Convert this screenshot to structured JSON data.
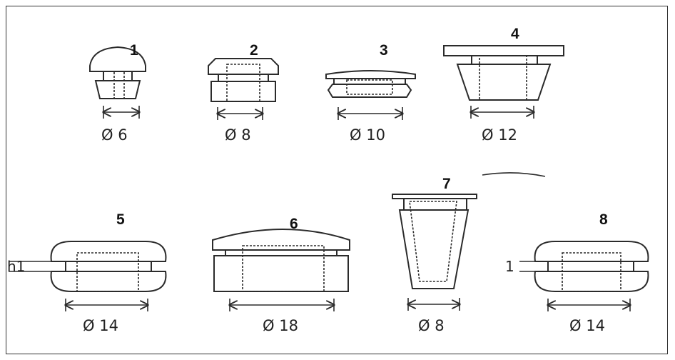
{
  "parts": [
    {
      "number": "1",
      "diameter": "Ø 6"
    },
    {
      "number": "2",
      "diameter": "Ø 8"
    },
    {
      "number": "3",
      "diameter": "Ø 10"
    },
    {
      "number": "4",
      "diameter": "Ø 12"
    },
    {
      "number": "5",
      "diameter": "Ø 14",
      "side_label": "h1"
    },
    {
      "number": "6",
      "diameter": "Ø 18"
    },
    {
      "number": "7",
      "diameter": "Ø 8"
    },
    {
      "number": "8",
      "diameter": "Ø 14",
      "side_label": "1"
    }
  ]
}
